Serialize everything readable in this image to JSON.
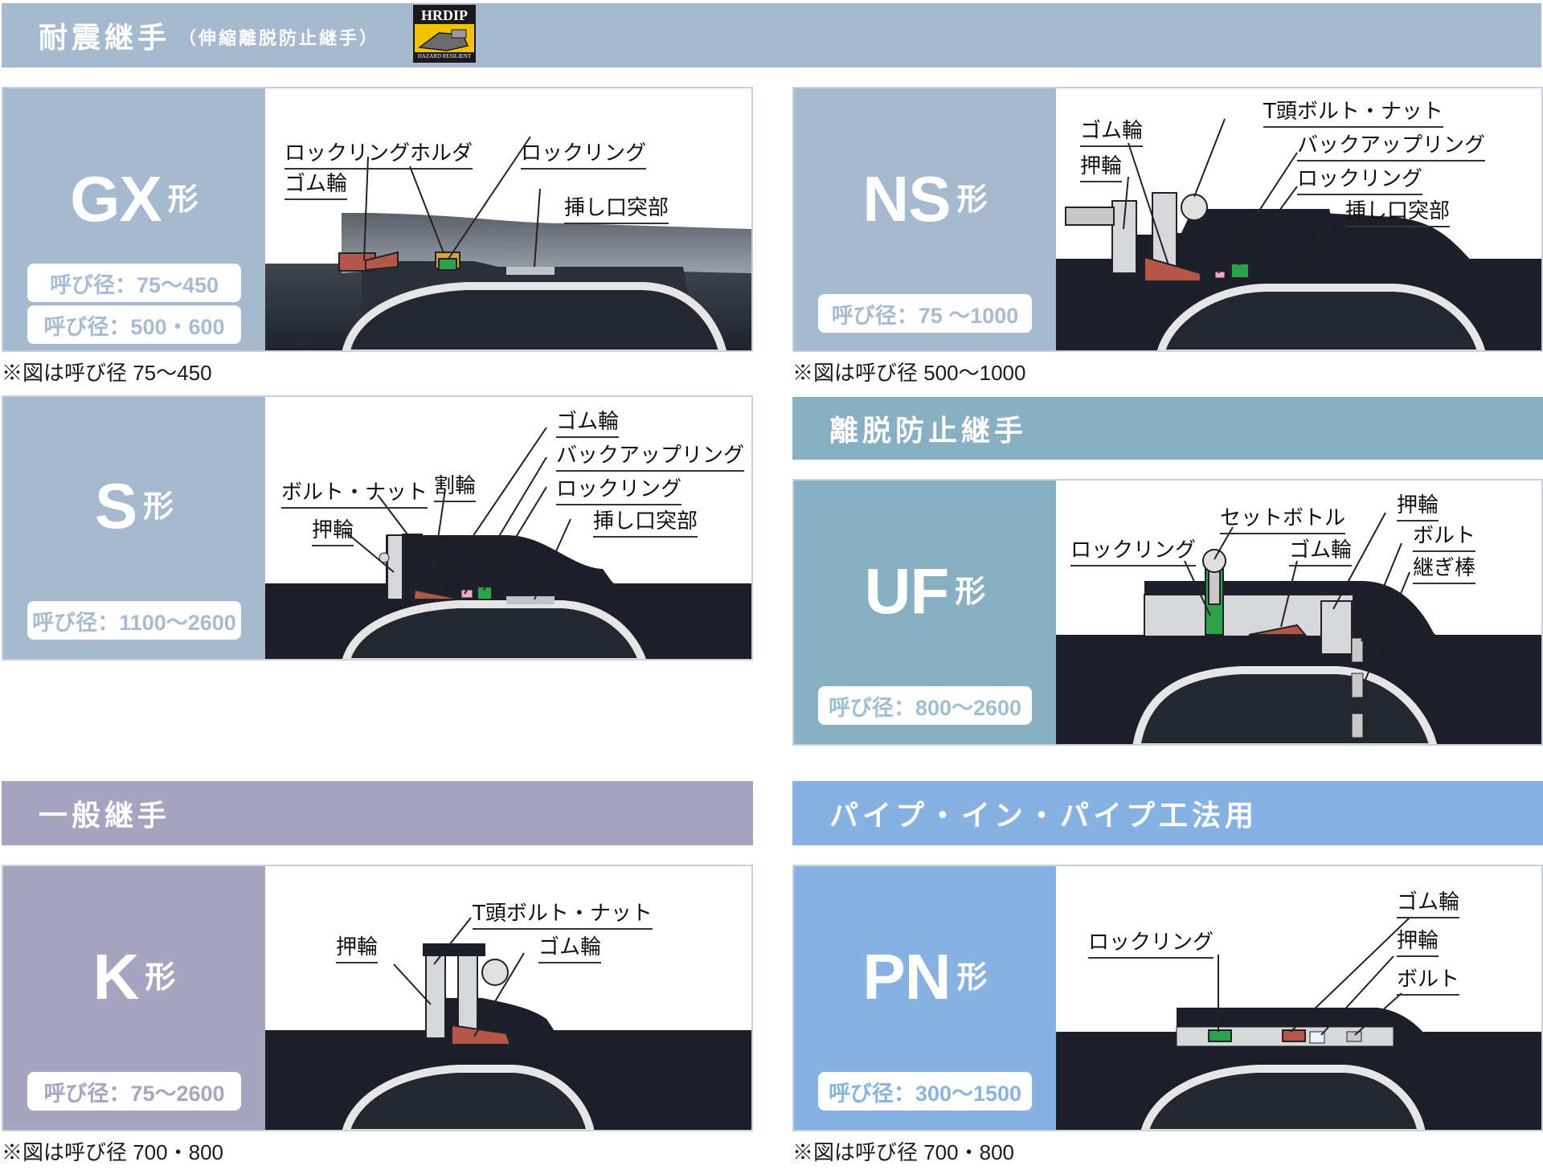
{
  "header": {
    "title": "耐震継手",
    "subtitle": "（伸縮離脱防止継手）",
    "logo_top": "HRDIP",
    "logo_bottom": "HAZARD RESILIENT"
  },
  "sections": {
    "release_prevention": "離脱防止継手",
    "general": "一般継手",
    "pipe_in_pipe": "パイプ・イン・パイプ工法用"
  },
  "suffix": "形",
  "panels": {
    "gx": {
      "code": "GX",
      "diameters": [
        "呼び径：75～450",
        "呼び径：500・600"
      ],
      "note": "※図は呼び径 75～450",
      "labels": [
        "ロックリングホルダ",
        "ロックリング",
        "ゴム輪",
        "挿し口突部"
      ]
    },
    "ns": {
      "code": "NS",
      "diameters": [
        "呼び径：75 ～1000"
      ],
      "note": "※図は呼び径 500～1000",
      "labels": [
        "T頭ボルト・ナット",
        "ゴム輪",
        "バックアップリング",
        "押輪",
        "ロックリング",
        "挿し口突部"
      ]
    },
    "s": {
      "code": "S",
      "diameters": [
        "呼び径：1100～2600"
      ],
      "labels": [
        "ゴム輪",
        "バックアップリング",
        "ボルト・ナット",
        "割輪",
        "ロックリング",
        "押輪",
        "挿し口突部"
      ]
    },
    "uf": {
      "code": "UF",
      "diameters": [
        "呼び径：800～2600"
      ],
      "labels": [
        "押輪",
        "セットボトル",
        "ボルト",
        "ロックリング",
        "ゴム輪",
        "継ぎ棒"
      ]
    },
    "k": {
      "code": "K",
      "diameters": [
        "呼び径：75～2600"
      ],
      "note": "※図は呼び径 700・800",
      "labels": [
        "T頭ボルト・ナット",
        "押輪",
        "ゴム輪"
      ]
    },
    "pn": {
      "code": "PN",
      "diameters": [
        "呼び径：300～1500"
      ],
      "note": "※図は呼び径 700・800",
      "labels": [
        "ゴム輪",
        "ロックリング",
        "押輪",
        "ボルト"
      ]
    }
  },
  "colors": {
    "seismic_band": "#a6b9cf",
    "release_band": "#89afc2",
    "general_band": "#a6a4bf",
    "pip_band": "#86b1e0",
    "pipe_dark": "#1c1f2a",
    "bell_gray": "#7f858c",
    "rubber": "#b2574a",
    "lock_ring": "#2aa14a",
    "holder": "#d8a534"
  }
}
